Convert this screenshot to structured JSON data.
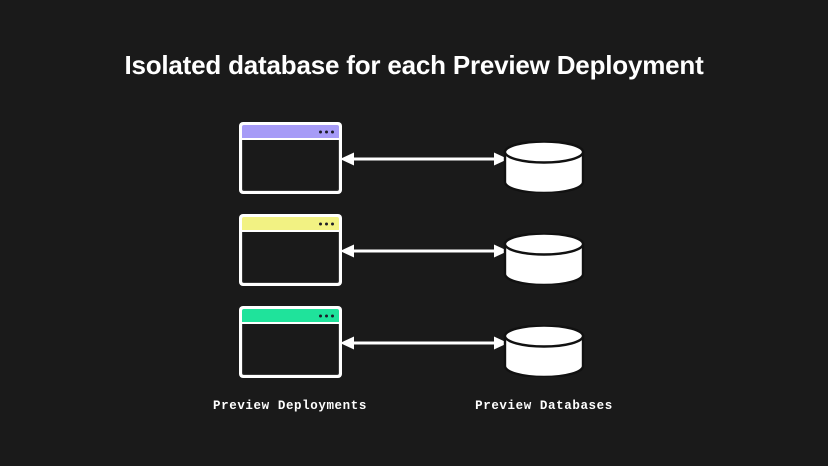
{
  "page": {
    "background_color": "#1a1a1a",
    "title": "Isolated database for each Preview Deployment",
    "title_color": "#ffffff"
  },
  "diagram": {
    "type": "architecture-diagram",
    "connector": {
      "style": "double-headed-arrow",
      "color": "#ffffff",
      "direction": "bidirectional"
    },
    "rows": [
      {
        "deployment": {
          "kind": "browser-window",
          "titlebar_color": "#a69bf7",
          "dots": 3,
          "dot_color": "#1d1d28",
          "frame_color": "#ffffff",
          "body_color": "#1a1a1a"
        },
        "database": {
          "kind": "cylinder",
          "fill": "#ffffff",
          "stroke": "#111111"
        }
      },
      {
        "deployment": {
          "kind": "browser-window",
          "titlebar_color": "#f2f283",
          "dots": 3,
          "dot_color": "#1d1d28",
          "frame_color": "#ffffff",
          "body_color": "#1a1a1a"
        },
        "database": {
          "kind": "cylinder",
          "fill": "#ffffff",
          "stroke": "#111111"
        }
      },
      {
        "deployment": {
          "kind": "browser-window",
          "titlebar_color": "#1fe39b",
          "dots": 3,
          "dot_color": "#1d1d28",
          "frame_color": "#ffffff",
          "body_color": "#1a1a1a"
        },
        "database": {
          "kind": "cylinder",
          "fill": "#ffffff",
          "stroke": "#111111"
        }
      }
    ]
  },
  "labels": {
    "left": "Preview Deployments",
    "right": "Preview Databases"
  }
}
